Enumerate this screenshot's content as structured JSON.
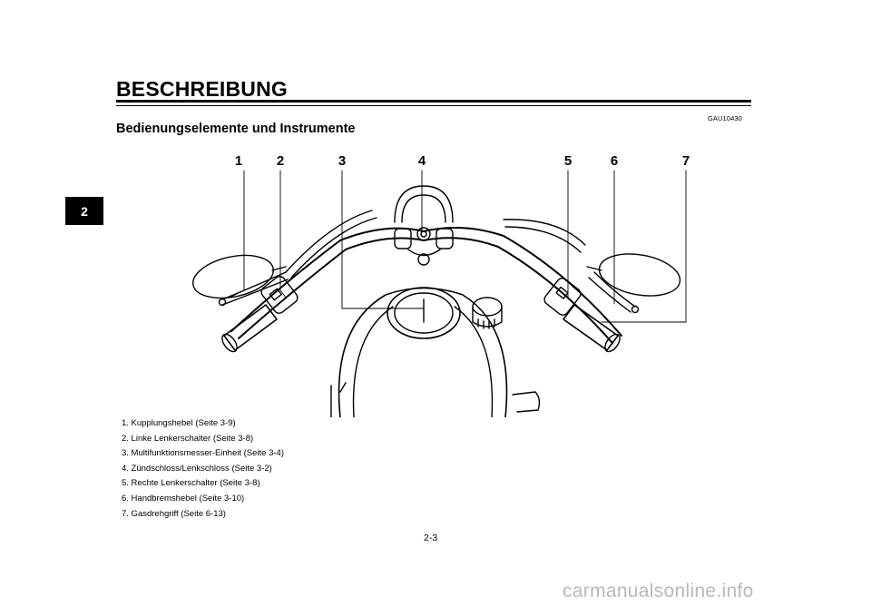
{
  "chapter_tab": "2",
  "header": {
    "title": "BESCHREIBUNG"
  },
  "ref_code": "GAU10430",
  "section_title": "Bedienungselemente und Instrumente",
  "figure": {
    "callouts": [
      "1",
      "2",
      "3",
      "4",
      "5",
      "6",
      "7"
    ]
  },
  "legend": [
    "1. Kupplungshebel (Seite 3-9)",
    "2. Linke Lenkerschalter (Seite 3-8)",
    "3. Multifunktionsmesser-Einheit (Seite 3-4)",
    "4. Zündschloss/Lenkschloss (Seite 3-2)",
    "5. Rechte Lenkerschalter (Seite 3-8)",
    "6. Handbremshebel (Seite 3-10)",
    "7. Gasdrehgriff (Seite 6-13)"
  ],
  "page_number": "2-3",
  "watermark": "carmanualsonline.info"
}
